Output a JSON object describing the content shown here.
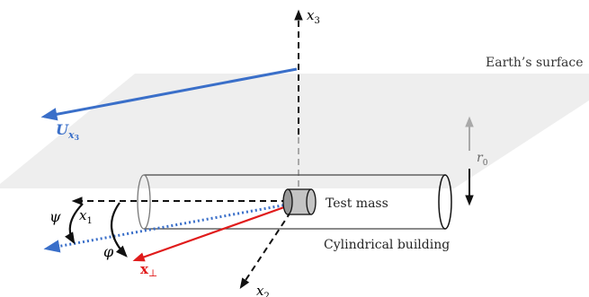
{
  "labels": {
    "x3": "x",
    "x3_sub": "3",
    "earth_surface": "Earth’s surface",
    "U": "U",
    "U_sub": "x",
    "U_subsub": "3",
    "r0": "r",
    "r0_sub": "0",
    "test_mass": "Test mass",
    "building": "Cylindrical building",
    "psi": "ψ",
    "x1": "x",
    "x1_sub": "1",
    "phi": "φ",
    "xperp": "x",
    "xperp_sub": "⊥",
    "x2": "x",
    "x2_sub": "2"
  },
  "colors": {
    "plane": "#eeeeee",
    "blue": "#3a6fc9",
    "red": "#e01b1b",
    "gray": "#a9a9a9",
    "black": "#111111",
    "mass": "#c4c4c4"
  }
}
